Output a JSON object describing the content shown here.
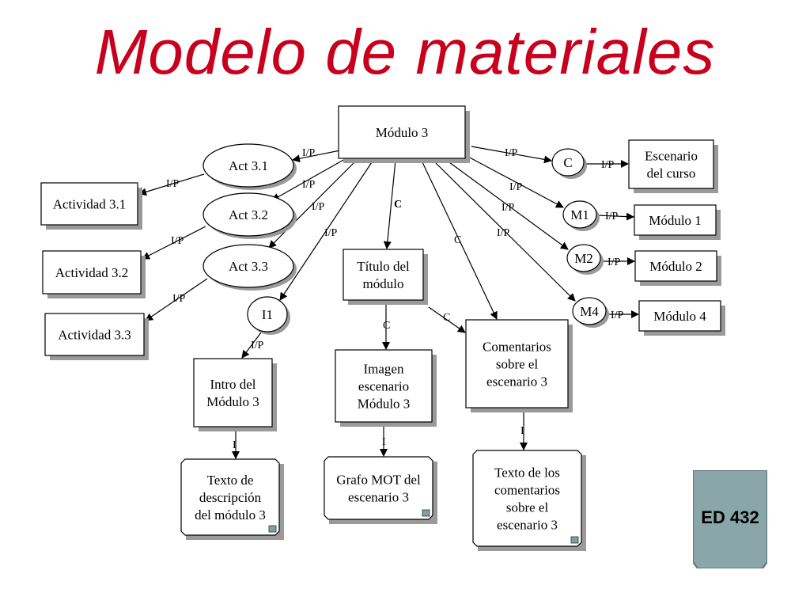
{
  "title": "Modelo de materiales",
  "colors": {
    "title": "#c8001e",
    "badge_fill": "#8aa6a8",
    "badge_border": "#5c7678",
    "shadow": "#9a9a9a"
  },
  "badge": {
    "text": "ED 432"
  },
  "nodes": {
    "modulo3": [
      "Módulo 3"
    ],
    "act31": [
      "Act 3.1"
    ],
    "act32": [
      "Act 3.2"
    ],
    "act33": [
      "Act 3.3"
    ],
    "actividad31": [
      "Actividad 3.1"
    ],
    "actividad32": [
      "Actividad 3.2"
    ],
    "actividad33": [
      "Actividad 3.3"
    ],
    "i1": [
      "I1"
    ],
    "intro": [
      "Intro del",
      "Módulo 3"
    ],
    "titulo": [
      "Título del",
      "módulo"
    ],
    "imagen": [
      "Imagen",
      "escenario",
      "Módulo 3"
    ],
    "comentarios": [
      "Comentarios",
      "sobre el",
      "escenario 3"
    ],
    "c": [
      "C"
    ],
    "escenario": [
      "Escenario",
      "del curso"
    ],
    "m1": [
      "M1"
    ],
    "m2": [
      "M2"
    ],
    "m4": [
      "M4"
    ],
    "modulo1": [
      "Módulo 1"
    ],
    "modulo2": [
      "Módulo 2"
    ],
    "modulo4": [
      "Módulo 4"
    ],
    "textoDesc": [
      "Texto de",
      "descripción",
      "del módulo 3"
    ],
    "grafo": [
      "Grafo MOT del",
      "escenario 3"
    ],
    "textoCom": [
      "Texto de los",
      "comentarios",
      "sobre el",
      "escenario 3"
    ]
  },
  "links": [
    {
      "id": "m3-act31",
      "label": "I/P"
    },
    {
      "id": "act31-actividad31",
      "label": "I/P"
    },
    {
      "id": "m3-act32",
      "label": "I/P"
    },
    {
      "id": "act32-actividad32",
      "label": "I/P"
    },
    {
      "id": "m3-act33",
      "label": "I/P"
    },
    {
      "id": "act33-actividad33",
      "label": "I/P"
    },
    {
      "id": "m3-i1",
      "label": "I/P"
    },
    {
      "id": "i1-intro",
      "label": "I/P"
    },
    {
      "id": "m3-titulo",
      "label": "C"
    },
    {
      "id": "titulo-imagen",
      "label": "C"
    },
    {
      "id": "titulo-comentarios",
      "label": "C"
    },
    {
      "id": "m3-comentarios",
      "label": "C"
    },
    {
      "id": "m3-c",
      "label": "I/P"
    },
    {
      "id": "c-escenario",
      "label": "I/P"
    },
    {
      "id": "m3-m1",
      "label": "I/P"
    },
    {
      "id": "m1-modulo1",
      "label": "I/P"
    },
    {
      "id": "m3-m2",
      "label": "I/P"
    },
    {
      "id": "m2-modulo2",
      "label": "I/P"
    },
    {
      "id": "m3-m4",
      "label": "I/P"
    },
    {
      "id": "m4-modulo4",
      "label": "I/P"
    },
    {
      "id": "intro-textoDesc",
      "label": "I"
    },
    {
      "id": "imagen-grafo",
      "label": "I"
    },
    {
      "id": "comentarios-textoCom",
      "label": "I"
    }
  ]
}
